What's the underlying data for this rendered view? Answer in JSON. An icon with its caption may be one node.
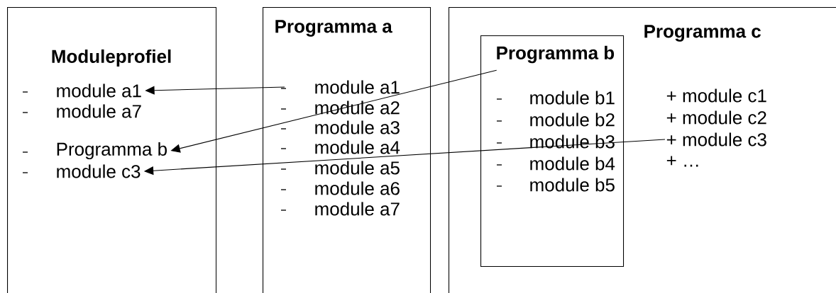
{
  "diagram": {
    "nodes": [
      {
        "text": [
          "Moduleprofiel"
        ]
      },
      {
        "text": [
          "module a1"
        ],
        "in": 0
      },
      {
        "text": [
          "module a7"
        ],
        "in": 0
      },
      {
        "text": [
          "Programma b"
        ],
        "in": 0
      },
      {
        "text": [
          "module c3"
        ],
        "in": 0
      },
      {
        "text": [
          "Programma a"
        ]
      },
      {
        "text": [
          "module a1"
        ],
        "in": 5
      },
      {
        "text": [
          "module a2"
        ],
        "in": 5
      },
      {
        "text": [
          "module a3"
        ],
        "in": 5
      },
      {
        "text": [
          "module a4"
        ],
        "in": 5
      },
      {
        "text": [
          "module a5"
        ],
        "in": 5
      },
      {
        "text": [
          "module a6"
        ],
        "in": 5
      },
      {
        "text": [
          "module a7"
        ],
        "in": 5
      },
      {
        "text": [
          "Programma c"
        ]
      },
      {
        "text": [
          "Programma b"
        ],
        "in": 13
      },
      {
        "text": [
          "module b1"
        ],
        "in": 14
      },
      {
        "text": [
          "module b2"
        ],
        "in": 14
      },
      {
        "text": [
          "module b3"
        ],
        "in": 14
      },
      {
        "text": [
          "module b4"
        ],
        "in": 14
      },
      {
        "text": [
          "module b5"
        ],
        "in": 14
      },
      {
        "text": [
          "+ module c1"
        ],
        "in": 13
      },
      {
        "text": [
          "+ module c2"
        ],
        "in": 13
      },
      {
        "text": [
          "+ module c3"
        ],
        "in": 13
      },
      {
        "text": [
          "+ …"
        ],
        "in": 13
      }
    ],
    "edges": [
      {
        "from": 6,
        "to": 1,
        "arrow": "to"
      },
      {
        "from": 14,
        "to": 3,
        "arrow": "to"
      },
      {
        "from": 22,
        "to": 4,
        "arrow": "to"
      }
    ]
  }
}
